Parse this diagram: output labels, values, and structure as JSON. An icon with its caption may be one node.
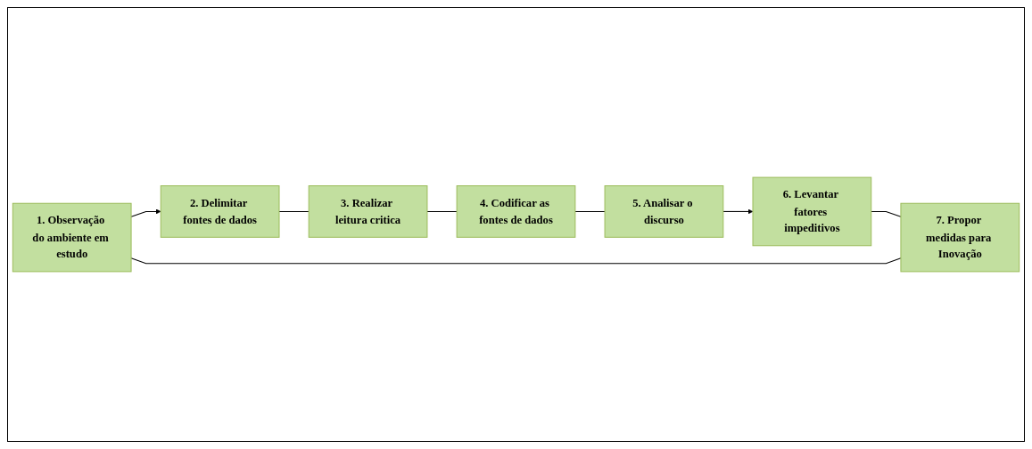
{
  "diagram": {
    "nodes": [
      {
        "text": [
          "1. Observação do ambiente em estudo"
        ]
      },
      {
        "text": [
          "2. Delimitar fontes de dados"
        ]
      },
      {
        "text": [
          "3. Realizar leitura critica"
        ]
      },
      {
        "text": [
          "4. Codificar as fontes de dados"
        ]
      },
      {
        "text": [
          "5. Analisar o discurso"
        ]
      },
      {
        "text": [
          "6. Levantar fatores impeditivos"
        ]
      },
      {
        "text": [
          "7. Propor medidas para Inovação"
        ]
      }
    ],
    "edges": [
      {
        "from": 0,
        "to": 1,
        "arrow": "to"
      },
      {
        "from": 1,
        "to": 2,
        "arrow": "none"
      },
      {
        "from": 2,
        "to": 3,
        "arrow": "none"
      },
      {
        "from": 3,
        "to": 4,
        "arrow": "none"
      },
      {
        "from": 4,
        "to": 5,
        "arrow": "to"
      },
      {
        "from": 5,
        "to": 6,
        "arrow": "none"
      },
      {
        "from": 6,
        "to": 0,
        "arrow": "none"
      }
    ]
  }
}
